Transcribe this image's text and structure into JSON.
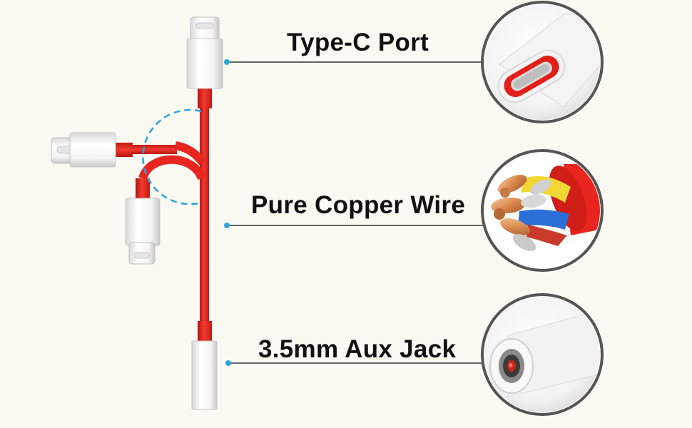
{
  "callouts": [
    {
      "label": "Type-C Port",
      "icon": "usb-c-port-closeup"
    },
    {
      "label": "Pure Copper Wire",
      "icon": "copper-wire-cross-section"
    },
    {
      "label": "3.5mm Aux Jack",
      "icon": "aux-jack-closeup"
    }
  ],
  "colors": {
    "background": "#fbfaf2",
    "cable_red": "#e8261f",
    "connector_white": "#ffffff",
    "accent_blue": "#2ba7e0",
    "outline_gray": "#555555"
  }
}
